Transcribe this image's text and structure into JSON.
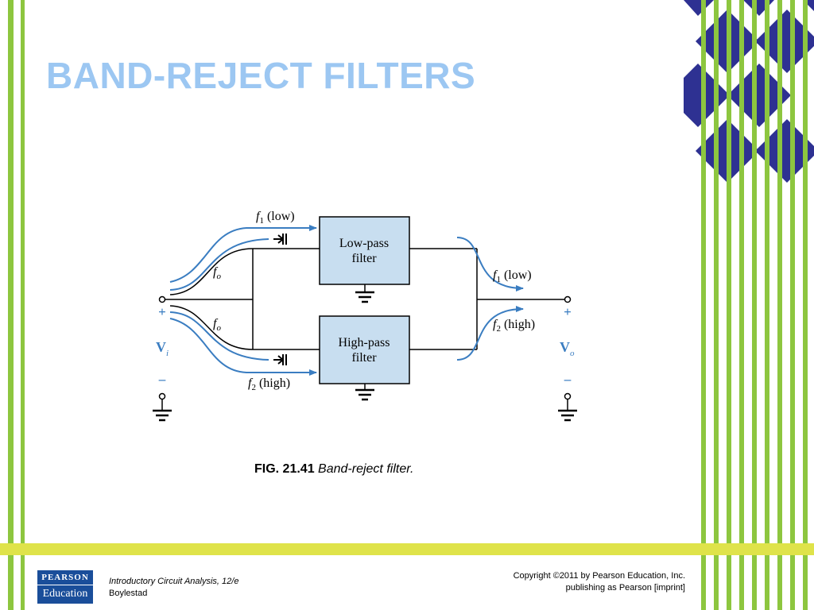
{
  "title": "BAND-REJECT FILTERS",
  "figure": {
    "caption_number": "FIG. 21.41",
    "caption_text": "Band-reject filter.",
    "blocks": {
      "low_pass_line1": "Low-pass",
      "low_pass_line2": "filter",
      "high_pass_line1": "High-pass",
      "high_pass_line2": "filter"
    },
    "signals": {
      "f1": "f",
      "f1_sub": "1",
      "low": " (low)",
      "f2": "f",
      "f2_sub": "2",
      "high": " (high)",
      "fo": "f",
      "fo_sub": "o"
    },
    "ports": {
      "plus": "+",
      "minus": "–",
      "vi": "V",
      "vi_sub": "i",
      "vo": "V",
      "vo_sub": "o"
    }
  },
  "footer": {
    "logo_top": "PEARSON",
    "logo_bottom": "Education",
    "book_title": "Introductory Circuit Analysis, 12/e",
    "author": "Boylestad",
    "copyright_line1": "Copyright ©2011 by Pearson Education, Inc.",
    "copyright_line2": "publishing as Pearson [imprint]"
  },
  "colors": {
    "title": "#9cc7f2",
    "stripe_green": "#8dc63f",
    "diamond_blue": "#2e3192",
    "band_yellow": "#dfe34a",
    "filter_fill": "#c8def0",
    "arrow_blue": "#3a7dc1"
  }
}
